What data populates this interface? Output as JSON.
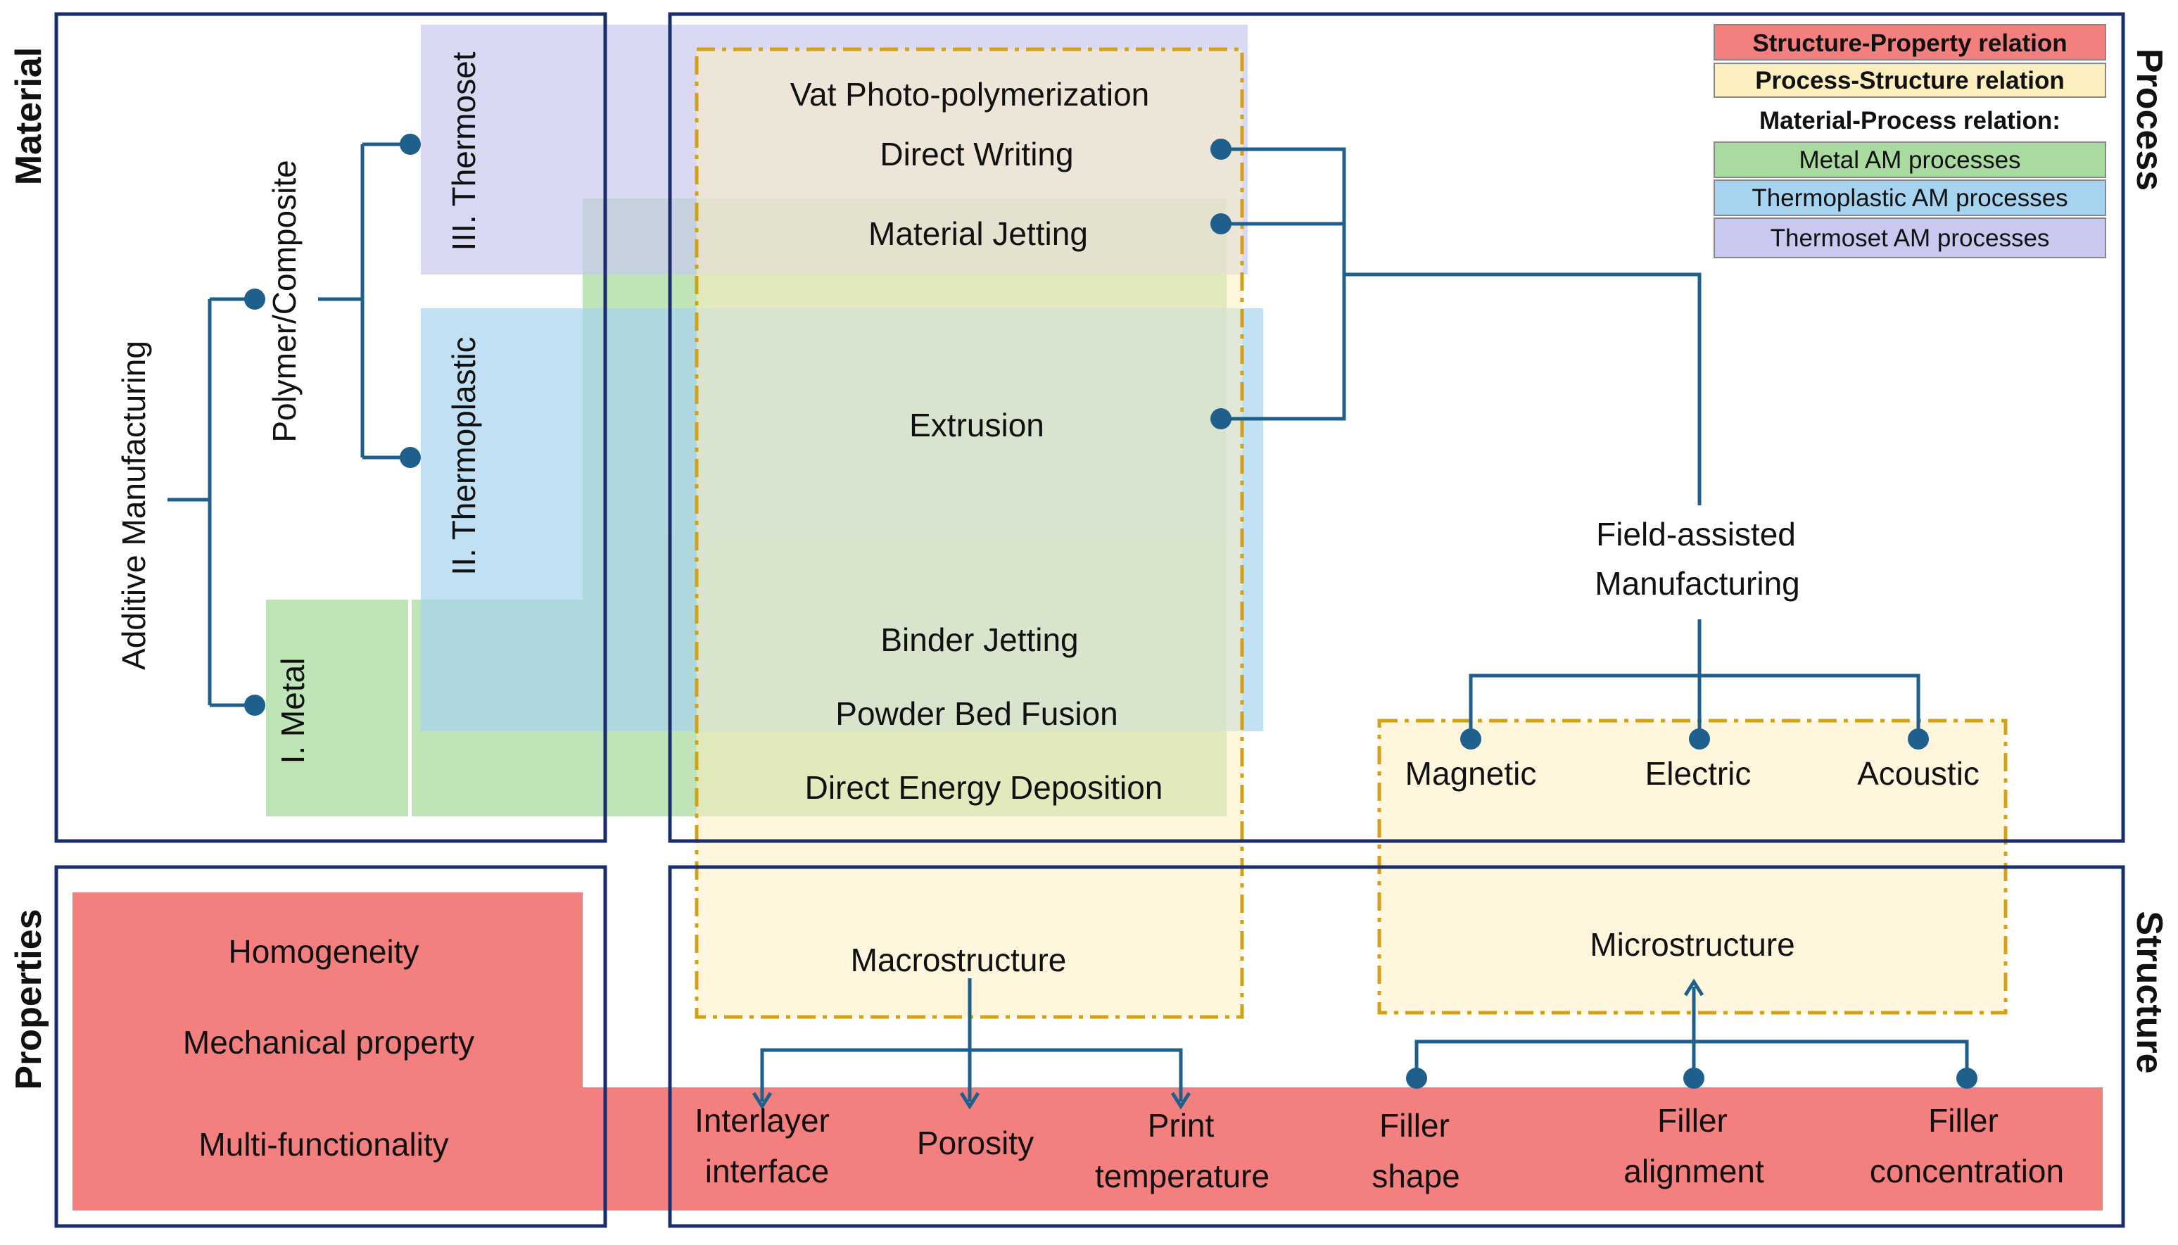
{
  "quadrant_labels": {
    "material": "Material",
    "process": "Process",
    "properties": "Properties",
    "structure": "Structure"
  },
  "material_tree": {
    "root": "Additive Manufacturing",
    "polymer": "Polymer/Composite",
    "thermoset": "III. Thermoset",
    "thermoplastic": "II. Thermoplastic",
    "metal": "I. Metal"
  },
  "processes": [
    "Vat Photo-polymerization",
    "Direct Writing",
    "Material Jetting",
    "Extrusion",
    "Binder Jetting",
    "Powder Bed Fusion",
    "Direct Energy Deposition"
  ],
  "field_assisted": {
    "line1": "Field-assisted",
    "line2": "Manufacturing",
    "fields": [
      "Magnetic",
      "Electric",
      "Acoustic"
    ]
  },
  "structure": {
    "macro": "Macrostructure",
    "micro": "Microstructure",
    "macro_factors": [
      {
        "line1": "Interlayer",
        "line2": "interface"
      },
      {
        "line1": "Porosity",
        "line2": ""
      },
      {
        "line1": "Print",
        "line2": "temperature"
      }
    ],
    "micro_factors": [
      {
        "line1": "Filler",
        "line2": "shape"
      },
      {
        "line1": "Filler",
        "line2": "alignment"
      },
      {
        "line1": "Filler",
        "line2": "concentration"
      }
    ]
  },
  "properties": [
    "Homogeneity",
    "Mechanical property",
    "Multi-functionality"
  ],
  "legend": {
    "structure_property": "Structure-Property relation",
    "process_structure": "Process-Structure relation",
    "material_process": "Material-Process relation:",
    "metal": "Metal AM processes",
    "thermoplastic": "Thermoplastic AM processes",
    "thermoset": "Thermoset AM processes"
  },
  "colors": {
    "structure_property": "#f47f7f",
    "process_structure": "#fdeebf",
    "metal": "#a9dba0",
    "thermoplastic": "#a6d3ef",
    "thermoset": "#c9c9f0",
    "connector": "#1f5f8b",
    "frame": "#1a2e6b",
    "dash": "#d4a017"
  }
}
